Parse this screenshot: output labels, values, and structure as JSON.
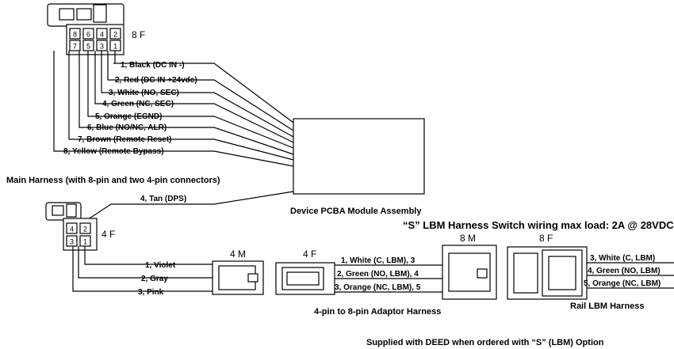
{
  "connectors": {
    "main_8f": "8 F",
    "aux_4f": "4 F",
    "adaptor_4m": "4 M",
    "adaptor_4f": "4 F",
    "adaptor_8m": "8 M",
    "rail_8f": "8 F"
  },
  "main_pins_top": [
    "8",
    "6",
    "4",
    "2"
  ],
  "main_pins_bottom": [
    "7",
    "5",
    "3",
    "1"
  ],
  "aux_pins_top": [
    "4",
    "2"
  ],
  "aux_pins_bottom": [
    "3",
    "1"
  ],
  "main_wires": [
    "1, Black (DC IN -)",
    "2, Red (DC IN +24vdc)",
    "3, White (NO, SEC)",
    "4, Green (NC, SEC)",
    "5, Orange (EGND)",
    "6, Blue (NO/NC, ALR)",
    "7, Brown (Remote Reset)",
    "8, Yellow (Remote Bypass)"
  ],
  "tan_wire": "4, Tan (DPS)",
  "aux_wires": [
    "1, Violet",
    "2, Gray",
    "3, Pink"
  ],
  "adaptor_wires": [
    "1, White (C, LBM), 3",
    "2, Green (NO, LBM), 4",
    "3, Orange (NC, LBM), 5"
  ],
  "rail_wires": [
    "3, White (C, LBM)",
    "4, Green (NO, LBM)",
    "5, Orange (NC, LBM)"
  ],
  "captions": {
    "main_harness": "Main Harness (with 8-pin and two 4-pin connectors)",
    "device": "Device PCBA Module Assembly",
    "s_lbm": "“S” LBM Harness Switch wiring max load: 2A @ 28VDC",
    "adaptor": "4-pin to 8-pin Adaptor Harness",
    "rail": "Rail LBM Harness",
    "supplied": "Supplied with DEED when ordered with “S”   (LBM) Option"
  }
}
